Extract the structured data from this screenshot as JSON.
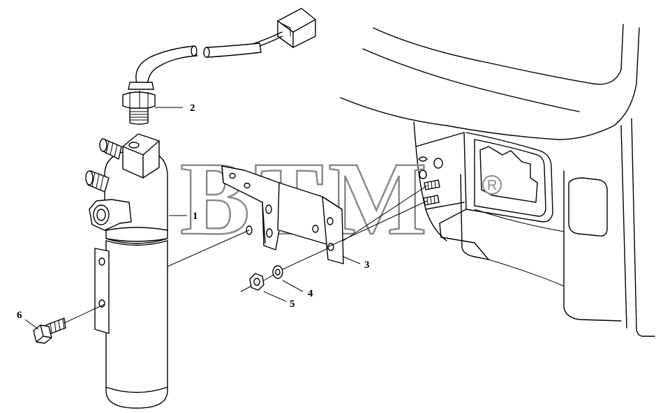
{
  "watermark": {
    "text": "BTM",
    "registered_mark": "R"
  },
  "callouts": [
    {
      "id": "1",
      "label": "1"
    },
    {
      "id": "2",
      "label": "2"
    },
    {
      "id": "3",
      "label": "3"
    },
    {
      "id": "4",
      "label": "4"
    },
    {
      "id": "5",
      "label": "5"
    },
    {
      "id": "6",
      "label": "6"
    }
  ]
}
